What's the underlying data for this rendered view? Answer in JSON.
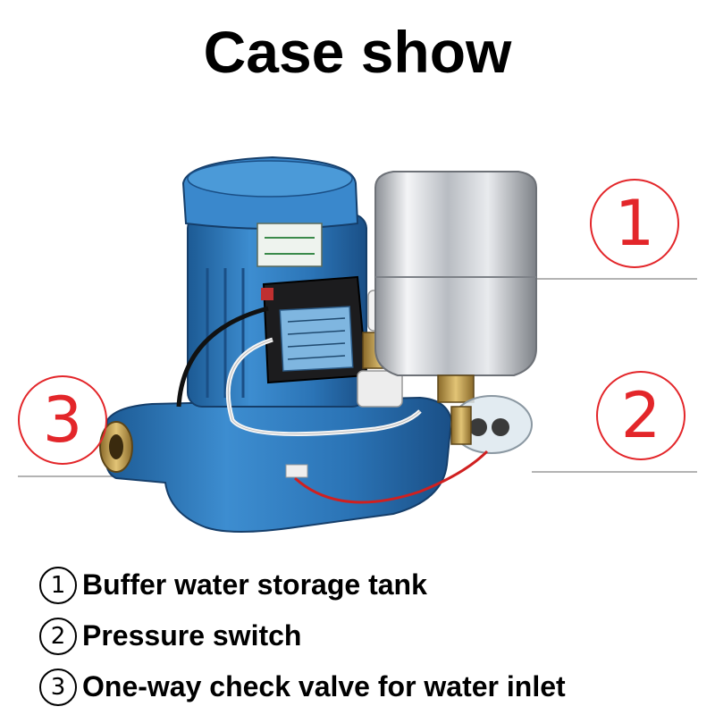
{
  "title": "Case show",
  "callouts": [
    {
      "number": "1"
    },
    {
      "number": "2"
    },
    {
      "number": "3"
    }
  ],
  "legend": [
    {
      "number": "1",
      "label": "Buffer water storage tank"
    },
    {
      "number": "2",
      "label": "Pressure switch"
    },
    {
      "number": "3",
      "label": "One-way check valve for water inlet"
    }
  ],
  "colors": {
    "callout": "#e3262a",
    "motor_blue": "#2f78b8",
    "tank_silver": "#c9ccd1"
  }
}
